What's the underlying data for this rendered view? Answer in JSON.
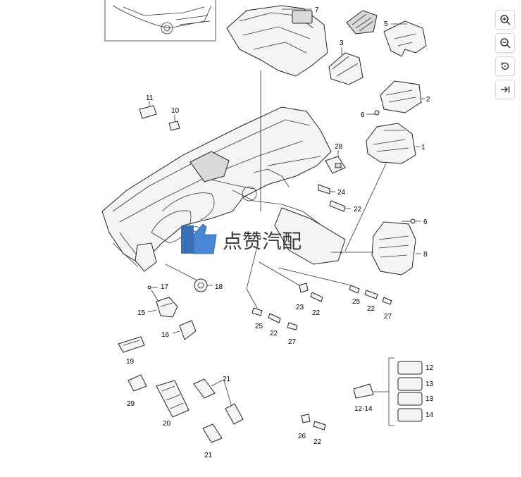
{
  "watermark": {
    "text": "点赞汽配"
  },
  "toolbar": {
    "buttons": [
      {
        "name": "zoom-in-button",
        "icon": "zoom-in-icon"
      },
      {
        "name": "zoom-out-button",
        "icon": "zoom-out-icon"
      },
      {
        "name": "rotate-button",
        "icon": "rotate-icon"
      },
      {
        "name": "next-button",
        "icon": "arrow-right-to-bar-icon"
      }
    ]
  },
  "callouts": {
    "c1": "1",
    "c2": "2",
    "c3": "3",
    "c5": "5",
    "c6a": "6",
    "c6b": "6",
    "c7": "7",
    "c8": "8",
    "c10": "10",
    "c11": "11",
    "c12": "12",
    "c13a": "13",
    "c13b": "13",
    "c14": "14",
    "c12_14": "12-14",
    "c15": "15",
    "c16": "16",
    "c17": "17",
    "c18": "18",
    "c19": "19",
    "c20": "20",
    "c21a": "21",
    "c21b": "21",
    "c22a": "22",
    "c22b": "22",
    "c22c": "22",
    "c22d": "22",
    "c22e": "22",
    "c23": "23",
    "c24": "24",
    "c25a": "25",
    "c25b": "25",
    "c26": "26",
    "c27a": "27",
    "c27b": "27",
    "c28": "28",
    "c29": "29"
  }
}
